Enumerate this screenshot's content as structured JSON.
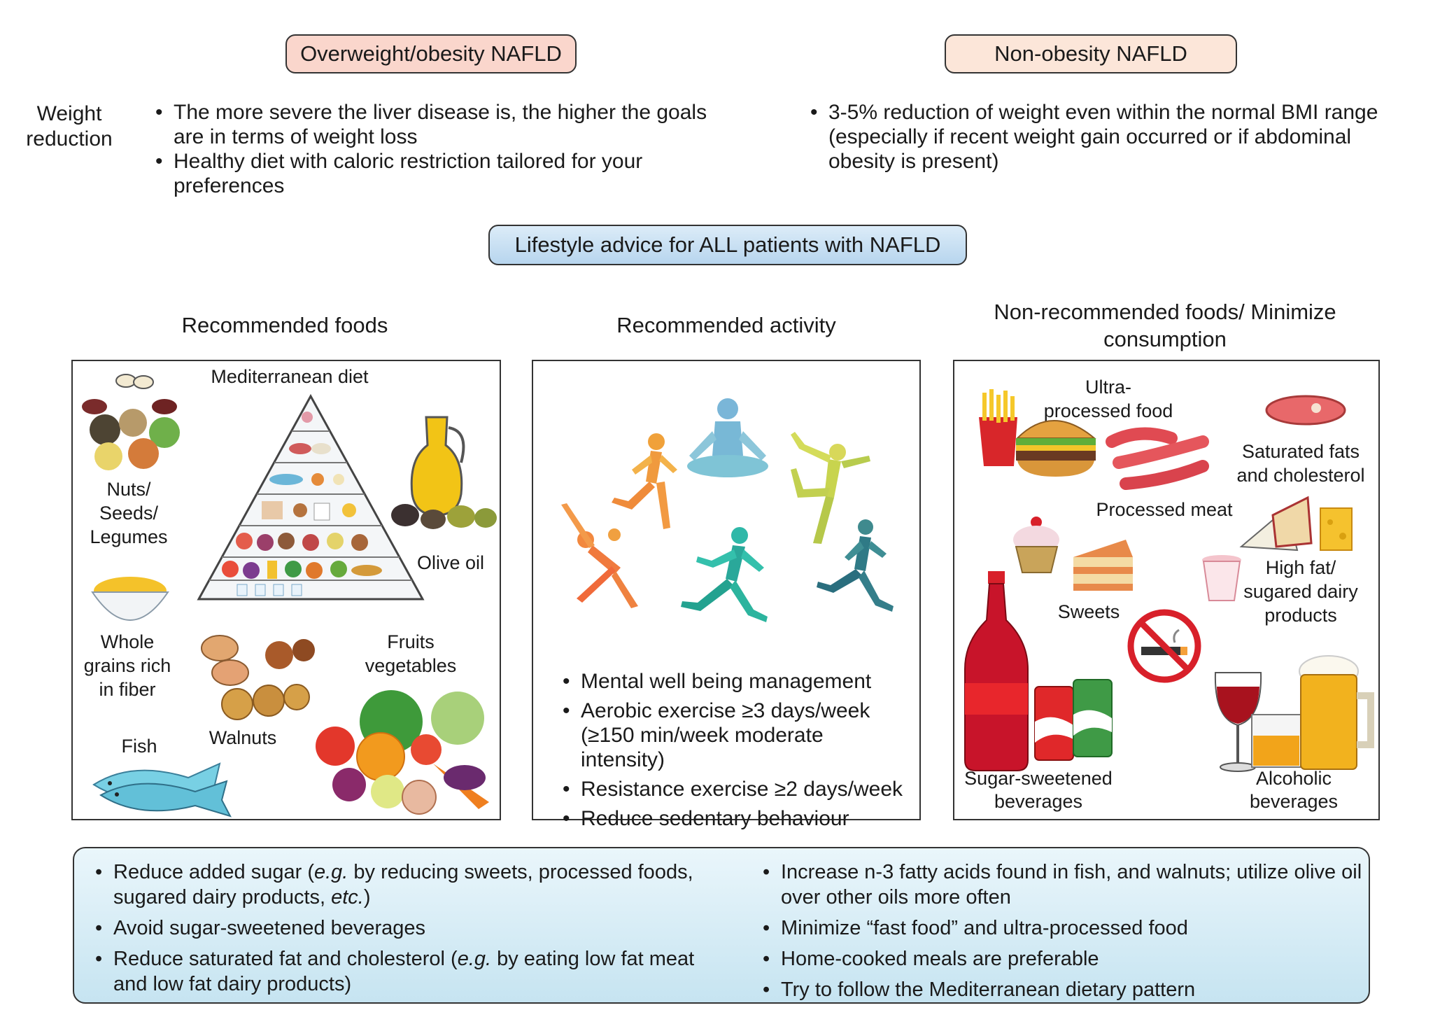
{
  "header": {
    "obesity_title": "Overweight/obesity NAFLD",
    "nonobesity_title": "Non-obesity NAFLD",
    "weight_reduction_label": "Weight reduction",
    "obesity_bullets": [
      "The more severe the liver disease is, the higher the goals are in terms of weight loss",
      "Healthy diet with caloric restriction tailored for your preferences"
    ],
    "nonobesity_bullets": [
      "3-5% reduction of weight even within the normal BMI range (especially if recent weight gain occurred or if abdominal obesity is present)"
    ],
    "lifestyle_title": "Lifestyle advice for ALL patients with NAFLD"
  },
  "recommended_foods": {
    "title": "Recommended foods",
    "mediterranean": "Mediterranean diet",
    "nuts": "Nuts/ Seeds/ Legumes",
    "olive_oil": "Olive oil",
    "whole_grains": "Whole grains rich in fiber",
    "fruits": "Fruits vegetables",
    "walnuts": "Walnuts",
    "fish": "Fish"
  },
  "recommended_activity": {
    "title": "Recommended activity",
    "bullets": [
      "Mental well being management",
      "Aerobic exercise ≥3 days/week (≥150 min/week moderate intensity)",
      "Resistance exercise ≥2 days/week",
      "Reduce sedentary behaviour"
    ]
  },
  "non_recommended": {
    "title": "Non-recommended foods/ Minimize consumption",
    "ultra_processed": "Ultra-processed food",
    "saturated": "Saturated fats and cholesterol",
    "processed_meat": "Processed meat",
    "sweets": "Sweets",
    "dairy": "High fat/ sugared dairy products",
    "ssb": "Sugar-sweetened beverages",
    "alcohol": "Alcoholic beverages"
  },
  "advice": {
    "left": [
      {
        "pre": "Reduce added sugar (",
        "em": "e.g.",
        "mid": " by reducing sweets, processed foods, sugared dairy products, ",
        "em2": "etc.",
        "post": ")"
      },
      {
        "pre": "Avoid sugar-sweetened beverages",
        "em": "",
        "mid": "",
        "em2": "",
        "post": ""
      },
      {
        "pre": "Reduce saturated fat and cholesterol (",
        "em": "e.g.",
        "mid": " by eating low fat meat and low fat dairy products)",
        "em2": "",
        "post": ""
      }
    ],
    "right": [
      "Increase n-3 fatty acids found in fish, and walnuts; utilize olive oil over other oils more often",
      "Minimize “fast food” and ultra-processed food",
      "Home-cooked meals are preferable",
      "Try to follow the Mediterranean dietary pattern"
    ]
  },
  "colors": {
    "obesity_pill": "#fad6cc",
    "nonobesity_pill": "#fce6d9",
    "lifestyle_pill": "#c8e0f3",
    "advice_box": "#d3ebf5"
  }
}
